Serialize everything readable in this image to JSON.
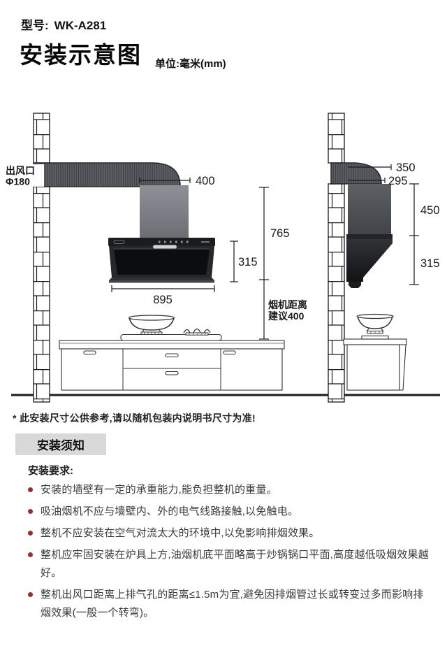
{
  "header": {
    "model_label": "型号:",
    "model_value": "WK-A281",
    "title": "安装示意图",
    "unit": "单位:毫米(mm)"
  },
  "diagram": {
    "outlet_label": {
      "line1": "出风口",
      "line2": "Φ180"
    },
    "front": {
      "chimney_width": "400",
      "hood_width": "895",
      "hood_height": "315",
      "install_height": "765",
      "distance_line1": "烟机距离",
      "distance_line2": "建议400"
    },
    "side": {
      "duct_offset": "350",
      "chimney_depth": "295",
      "chimney_height": "450",
      "hood_height": "315"
    }
  },
  "footnote": "* 此安装尺寸公供参考,请以随机包装内说明书尺寸为准!",
  "notice": {
    "box_title": "安装须知",
    "requirements_title": "安装要求:",
    "items": [
      "安装的墙壁有一定的承重能力,能负担整机的重量。",
      "吸油烟机不应与墙壁内、外的电气线路接触,以免触电。",
      "整机不应安装在空气对流太大的环境中,以免影响排烟效果。",
      "整机应牢固安装在炉具上方,油烟机底平面略高于炒锅锅口平面,高度越低吸烟效果越好。",
      "整机出风口距离上排气孔的距离≤1.5m为宜,避免因排烟管过长或转变过多而影响排烟效果(一般一个转弯)。"
    ]
  },
  "colors": {
    "bullet_red": "#992e2e",
    "notice_bg": "#d9d9d9",
    "hood_black": "#0c0d0f",
    "chimney_gray": "#7a7e83"
  }
}
